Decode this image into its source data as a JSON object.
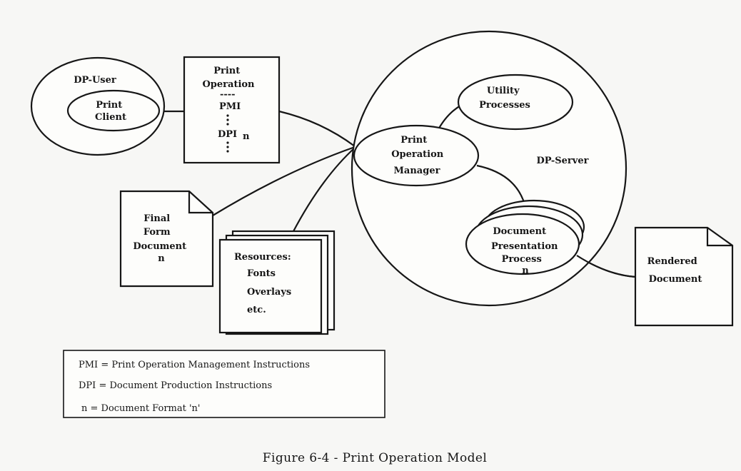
{
  "diagram": {
    "dp_user": "DP-User",
    "print_client": [
      "Print",
      "Client"
    ],
    "print_operation": {
      "title": [
        "Print",
        "Operation"
      ],
      "separator": "----",
      "pmi": "PMI",
      "dpi": "DPI",
      "dpi_suffix": "n"
    },
    "final_form_document": [
      "Final",
      "Form",
      "Document",
      "n"
    ],
    "resources": [
      "Resources:",
      "Fonts",
      "Overlays",
      "etc."
    ],
    "print_operation_manager": [
      "Print",
      "Operation",
      "Manager"
    ],
    "utility_processes": [
      "Utility",
      "Processes"
    ],
    "dp_server": "DP-Server",
    "document_presentation_process": [
      "Document",
      "Presentation",
      "Process",
      "n"
    ],
    "rendered_document": [
      "Rendered",
      "Document"
    ]
  },
  "legend": [
    "PMI = Print Operation Management Instructions",
    "DPI = Document Production Instructions",
    "n = Document Format 'n'"
  ],
  "caption": "Figure 6-4 - Print Operation Model"
}
